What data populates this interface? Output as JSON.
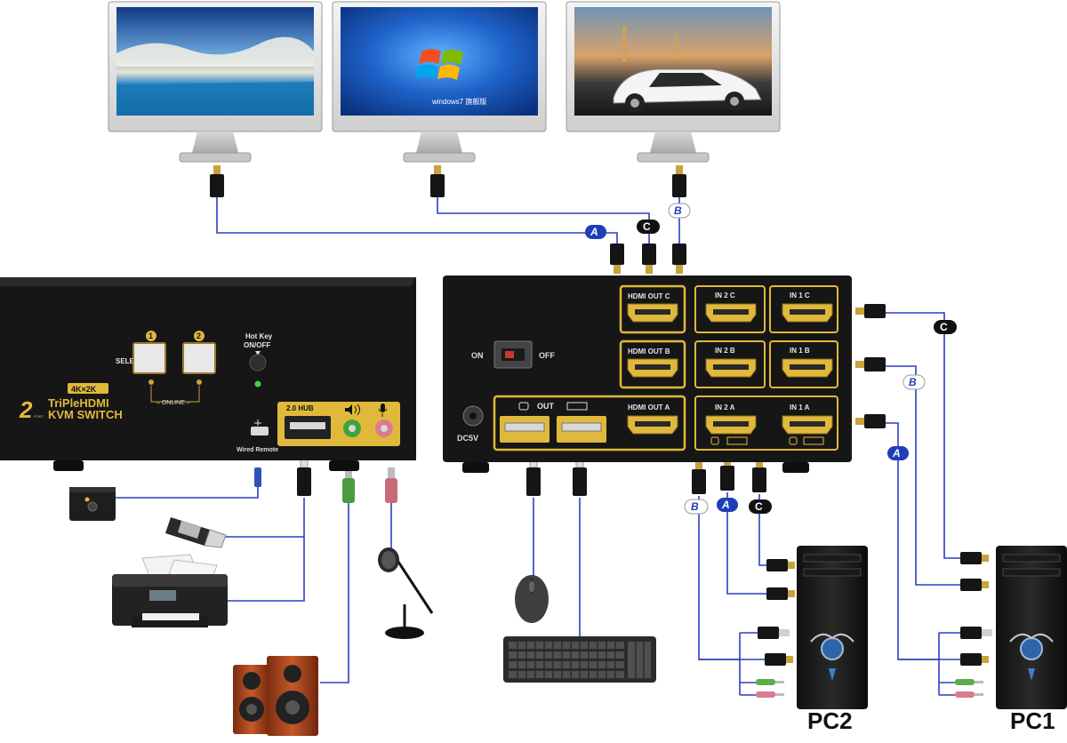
{
  "monitors": [
    {
      "id": "left",
      "scene": "sea-sky-wallpaper"
    },
    {
      "id": "center",
      "scene": "windows7-desktop",
      "logo_caption": "windows7 旗舰版"
    },
    {
      "id": "right",
      "scene": "sports-car-wallpaper"
    }
  ],
  "front_panel": {
    "select_label": "SELECT ▸",
    "port1": "1",
    "port2": "2",
    "online_label": "– ONLINE –",
    "hotkey_line1": "Hot Key",
    "hotkey_line2": "ON/OFF",
    "resolution_badge": "4K×2K",
    "brand_number": "2",
    "brand_port": "PORT",
    "brand_line1": "TriPleHDMI",
    "brand_line2": "KVM SWITCH",
    "hub_label": "2.0 HUB",
    "wired_remote_label": "Wired Remote"
  },
  "rear_panel": {
    "on_label": "ON",
    "off_label": "OFF",
    "dc_label": "DC5V",
    "usb_out_label": "OUT",
    "hdmi_out_c": "HDMI OUT C",
    "hdmi_out_b": "HDMI OUT B",
    "hdmi_out_a": "HDMI OUT A",
    "in2c": "IN 2 C",
    "in1c": "IN 1 C",
    "in2b": "IN 2 B",
    "in1b": "IN 1 B",
    "in2a": "IN 2 A",
    "in1a": "IN 1 A"
  },
  "tags": {
    "a": "A",
    "b": "B",
    "c": "C"
  },
  "pcs": {
    "pc2": "PC2",
    "pc1": "PC1"
  },
  "colors": {
    "cable": "#2b3fc4",
    "gold": "#e0b93c",
    "panel": "#181818",
    "tag_blue": "#1f3fb8",
    "tag_black": "#111111"
  }
}
